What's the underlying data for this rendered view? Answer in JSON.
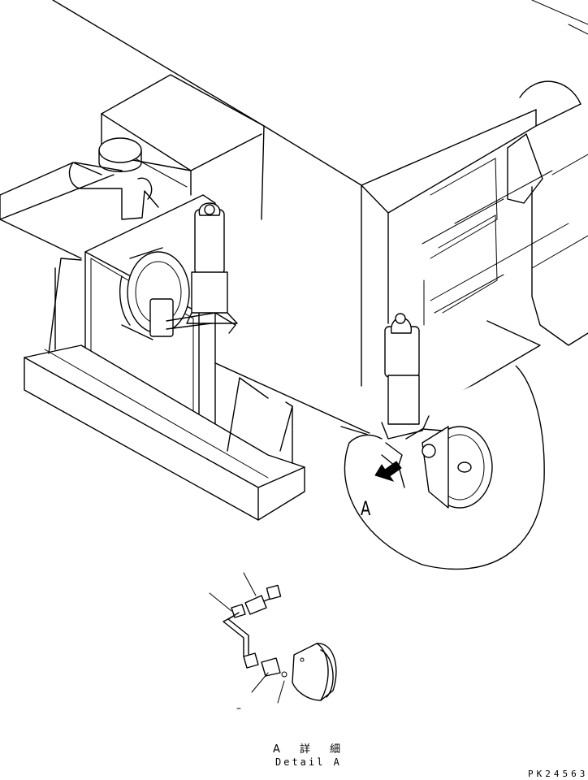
{
  "diagram": {
    "callout_label": "A",
    "detail_title_jp": "A 詳 細",
    "detail_title_en": "Detail A",
    "drawing_number": "PK24563"
  }
}
